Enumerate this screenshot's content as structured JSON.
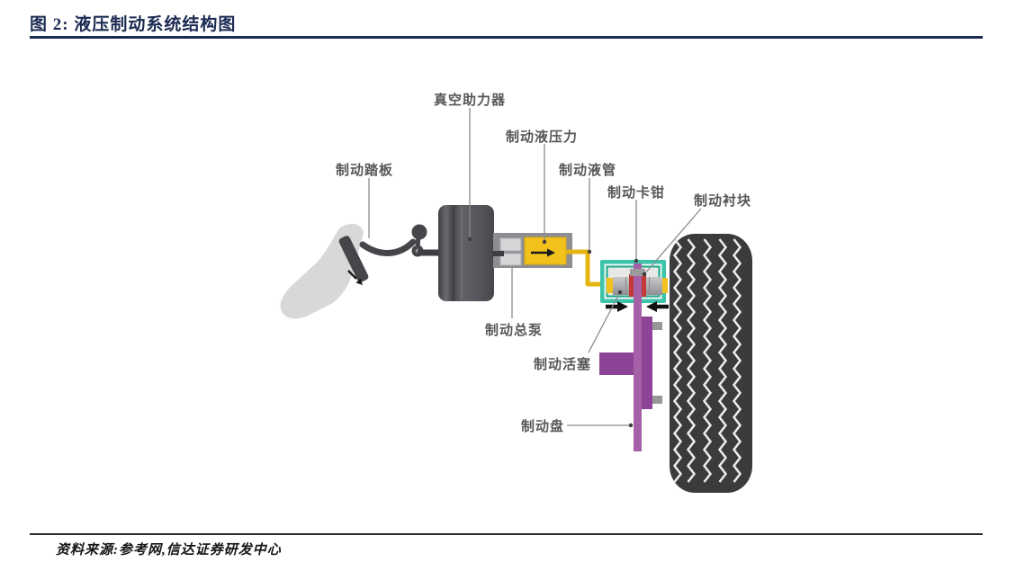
{
  "figure": {
    "title": "图 2: 液压制动系统结构图",
    "source": "资料来源:参考网,信达证券研发中心",
    "labels": {
      "vacuum_booster": "真空助力器",
      "fluid_pressure": "制动液压力",
      "brake_pedal": "制动踏板",
      "fluid_pipe": "制动液管",
      "caliper": "制动卡钳",
      "brake_pad": "制动衬块",
      "master_cylinder": "制动总泵",
      "piston": "制动活塞",
      "brake_disc": "制动盘"
    },
    "colors": {
      "title_navy": "#1b2a52",
      "label_gray": "#57575a",
      "caliper_teal": "#3cc4ab",
      "fluid_yellow": "#f3c11c",
      "disc_purple_light": "#a560a8",
      "disc_purple_dark": "#8e4496",
      "pad_red": "#c13a35",
      "tire_black": "#3b3b3e",
      "metal_gray": "#55555a"
    }
  }
}
